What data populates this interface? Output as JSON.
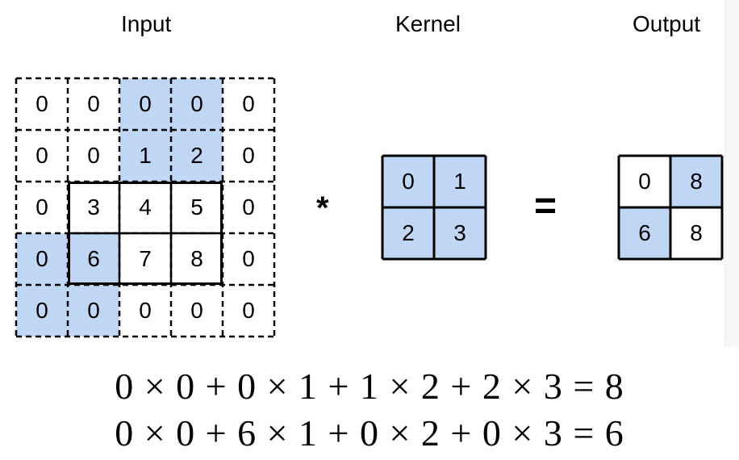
{
  "titles": {
    "input": "Input",
    "kernel": "Kernel",
    "output": "Output"
  },
  "input": {
    "cells": [
      [
        "0",
        "0",
        "0",
        "0",
        "0"
      ],
      [
        "0",
        "0",
        "1",
        "2",
        "0"
      ],
      [
        "0",
        "3",
        "4",
        "5",
        "0"
      ],
      [
        "0",
        "6",
        "7",
        "8",
        "0"
      ],
      [
        "0",
        "0",
        "0",
        "0",
        "0"
      ]
    ],
    "highlighted": [
      [
        0,
        2
      ],
      [
        0,
        3
      ],
      [
        1,
        2
      ],
      [
        1,
        3
      ],
      [
        3,
        0
      ],
      [
        3,
        1
      ],
      [
        4,
        0
      ],
      [
        4,
        1
      ]
    ]
  },
  "kernel": {
    "cells": [
      [
        "0",
        "1"
      ],
      [
        "2",
        "3"
      ]
    ],
    "highlighted": [
      [
        0,
        0
      ],
      [
        0,
        1
      ],
      [
        1,
        0
      ],
      [
        1,
        1
      ]
    ]
  },
  "output": {
    "cells": [
      [
        "0",
        "8"
      ],
      [
        "6",
        "8"
      ]
    ],
    "highlighted": [
      [
        0,
        1
      ],
      [
        1,
        0
      ]
    ]
  },
  "operators": {
    "convolve": "*",
    "equals": "="
  },
  "equations": [
    "0 × 0 + 0 × 1 + 1 × 2 + 2 × 3 = 8",
    "0 × 0 + 6 × 1 + 0 × 2 + 0 × 3 = 6"
  ],
  "colors": {
    "highlight": "#c0d6f5",
    "line": "#000000"
  }
}
